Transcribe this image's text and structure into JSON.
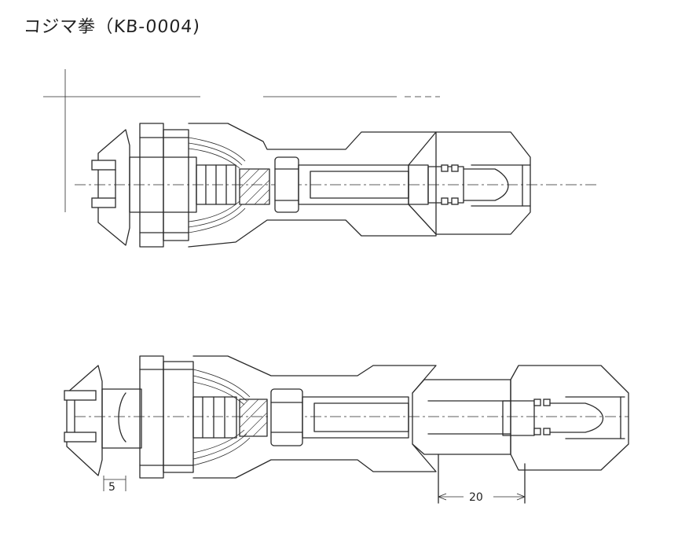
{
  "title": "コジマ拳（KB-0004)",
  "dimensions": {
    "small": "5",
    "large": "20"
  }
}
